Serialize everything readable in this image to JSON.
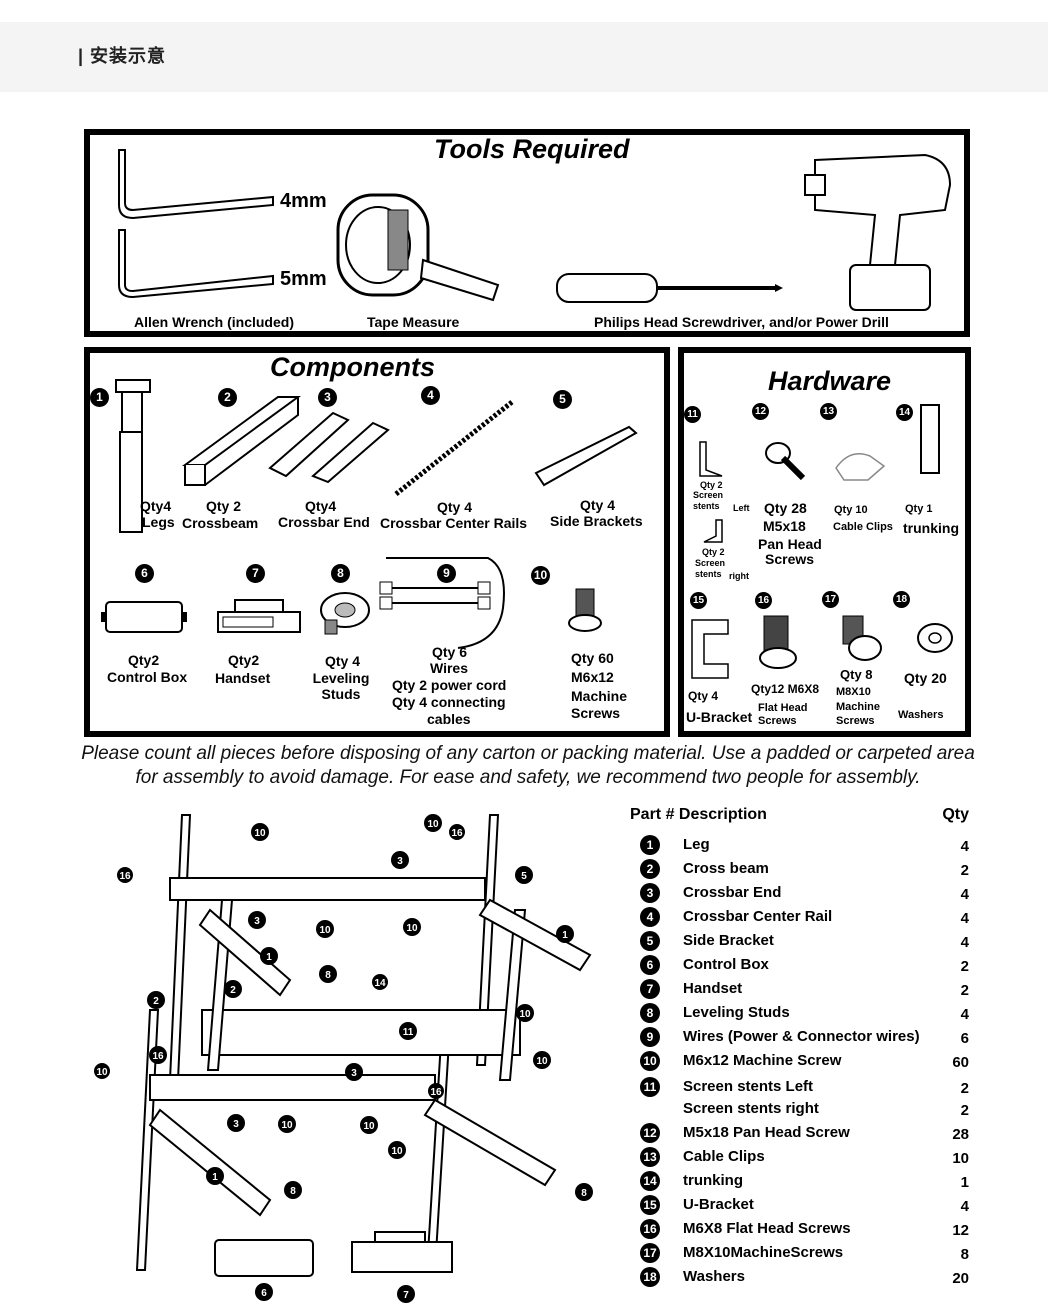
{
  "header": {
    "title": "| 安装示意"
  },
  "tools": {
    "title": "Tools Required",
    "wrench_4": "4mm",
    "wrench_5": "5mm",
    "label_allen": "Allen Wrench (included)",
    "label_tape": "Tape Measure",
    "label_driver": "Philips Head Screwdriver, and/or Power Drill"
  },
  "components": {
    "title": "Components",
    "items": [
      {
        "num": "1",
        "qty": "Qty4",
        "name": "Legs"
      },
      {
        "num": "2",
        "qty": "Qty 2",
        "name": "Crossbeam"
      },
      {
        "num": "3",
        "qty": "Qty4",
        "name": "Crossbar End"
      },
      {
        "num": "4",
        "qty": "Qty 4",
        "name": "Crossbar Center Rails"
      },
      {
        "num": "5",
        "qty": "Qty 4",
        "name": "Side Brackets"
      },
      {
        "num": "6",
        "qty": "Qty2",
        "name": "Control Box"
      },
      {
        "num": "7",
        "qty": "Qty2",
        "name": "Handset"
      },
      {
        "num": "8",
        "qty": "Qty 4",
        "name": "Leveling Studs"
      },
      {
        "num": "9",
        "qty": "Qty 6",
        "name": "Wires",
        "line2": "Qty 2 power cord",
        "line3": "Qty 4 connecting",
        "line4": "cables"
      },
      {
        "num": "10",
        "qty": "Qty 60",
        "name": "M6x12",
        "line2": "Machine",
        "line3": "Screws"
      }
    ]
  },
  "hardware": {
    "title": "Hardware",
    "items": [
      {
        "num": "11",
        "qty": "Qty 2",
        "name": "Screen stents",
        "side": "Left",
        "qty_b": "Qty 2",
        "name_b": "Screen stents",
        "side_b": "right"
      },
      {
        "num": "12",
        "qty": "Qty 28",
        "name": "M5x18",
        "line2": "Pan Head",
        "line3": "Screws"
      },
      {
        "num": "13",
        "qty": "Qty 10",
        "name": "Cable Clips"
      },
      {
        "num": "14",
        "qty": "Qty 1",
        "name": "trunking"
      },
      {
        "num": "15",
        "qty": "Qty 4",
        "name": "U-Bracket"
      },
      {
        "num": "16",
        "qty": "Qty12 M6X8",
        "name": "Flat Head",
        "line2": "Screws"
      },
      {
        "num": "17",
        "qty": "Qty 8",
        "name": "M8X10",
        "line2": "Machine",
        "line3": "Screws"
      },
      {
        "num": "18",
        "qty": "Qty 20",
        "name": "Washers"
      }
    ]
  },
  "notice": "Please count all pieces before disposing of any carton or packing material. Use a padded or carpeted area for assembly to avoid damage. For ease and safety, we recommend two people for assembly.",
  "parts_list": {
    "col_part": "Part # Description",
    "col_qty": "Qty",
    "rows": [
      {
        "num": "1",
        "desc": "Leg",
        "qty": "4"
      },
      {
        "num": "2",
        "desc": "Cross beam",
        "qty": "2"
      },
      {
        "num": "3",
        "desc": "Crossbar End",
        "qty": "4"
      },
      {
        "num": "4",
        "desc": "Crossbar Center Rail",
        "qty": "4"
      },
      {
        "num": "5",
        "desc": "Side Bracket",
        "qty": "4"
      },
      {
        "num": "6",
        "desc": "Control Box",
        "qty": "2"
      },
      {
        "num": "7",
        "desc": "Handset",
        "qty": "2"
      },
      {
        "num": "8",
        "desc": "Leveling Studs",
        "qty": "4"
      },
      {
        "num": "9",
        "desc": "Wires (Power & Connector wires)",
        "qty": "6"
      },
      {
        "num": "10",
        "desc": "M6x12 Machine Screw",
        "qty": "60"
      },
      {
        "num": "11",
        "desc": "Screen stents  Left",
        "qty": "2"
      },
      {
        "num": "",
        "desc": "Screen stents  right",
        "qty": "2"
      },
      {
        "num": "12",
        "desc": "M5x18 Pan Head Screw",
        "qty": "28"
      },
      {
        "num": "13",
        "desc": "Cable Clips",
        "qty": "10"
      },
      {
        "num": "14",
        "desc": "trunking",
        "qty": "1"
      },
      {
        "num": "15",
        "desc": "U-Bracket",
        "qty": "4"
      },
      {
        "num": "16",
        "desc": "M6X8 Flat Head Screws",
        "qty": "12"
      },
      {
        "num": "17",
        "desc": "M8X10MachineScrews",
        "qty": "8"
      },
      {
        "num": "18",
        "desc": "Washers",
        "qty": "20"
      }
    ]
  },
  "diagram_callouts": [
    "10",
    "10",
    "16",
    "16",
    "3",
    "5",
    "3",
    "10",
    "10",
    "1",
    "1",
    "8",
    "14",
    "2",
    "2",
    "10",
    "11",
    "10",
    "16",
    "10",
    "3",
    "16",
    "3",
    "10",
    "10",
    "10",
    "1",
    "8",
    "8",
    "6",
    "7"
  ]
}
